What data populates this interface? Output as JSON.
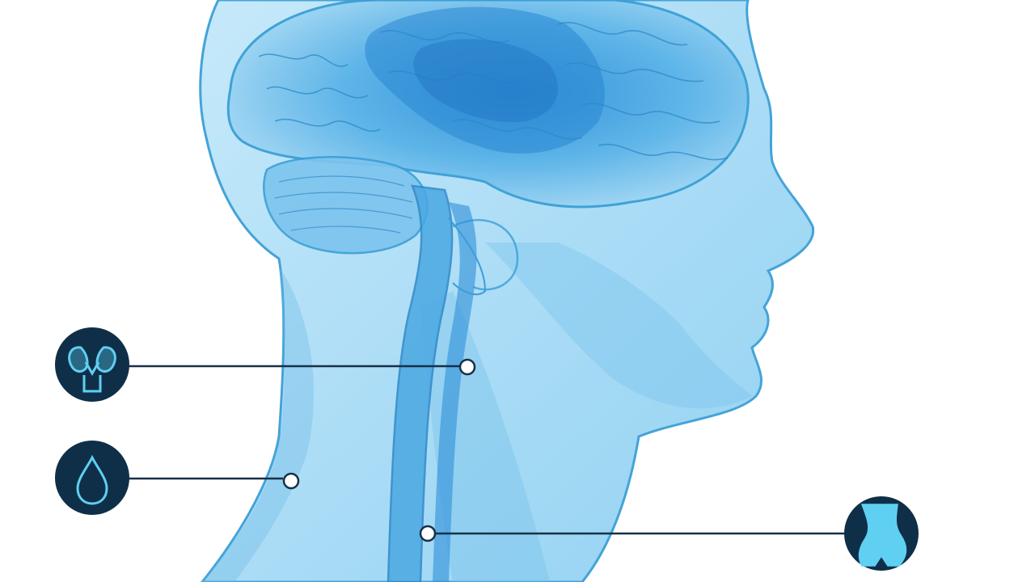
{
  "illustration": {
    "subject": "human-head-side-profile",
    "palette": {
      "background": "#ffffff",
      "skin_fill": "#a9dcf5",
      "skin_shade": "#7fc6ee",
      "outline": "#3a9fd6",
      "brain_fill": "#5bb5e8",
      "brain_core": "#2d8fd6",
      "airway": "#1f7fc9",
      "callout_line": "#163047",
      "badge_fill": "#0f2f49",
      "badge_icon": "#5fd0f2"
    }
  },
  "callouts": [
    {
      "id": "thyroid",
      "icon": "thyroid-icon",
      "side": "left"
    },
    {
      "id": "fluid",
      "icon": "water-drop-icon",
      "side": "left"
    },
    {
      "id": "nasal",
      "icon": "nose-icon",
      "side": "right"
    }
  ]
}
